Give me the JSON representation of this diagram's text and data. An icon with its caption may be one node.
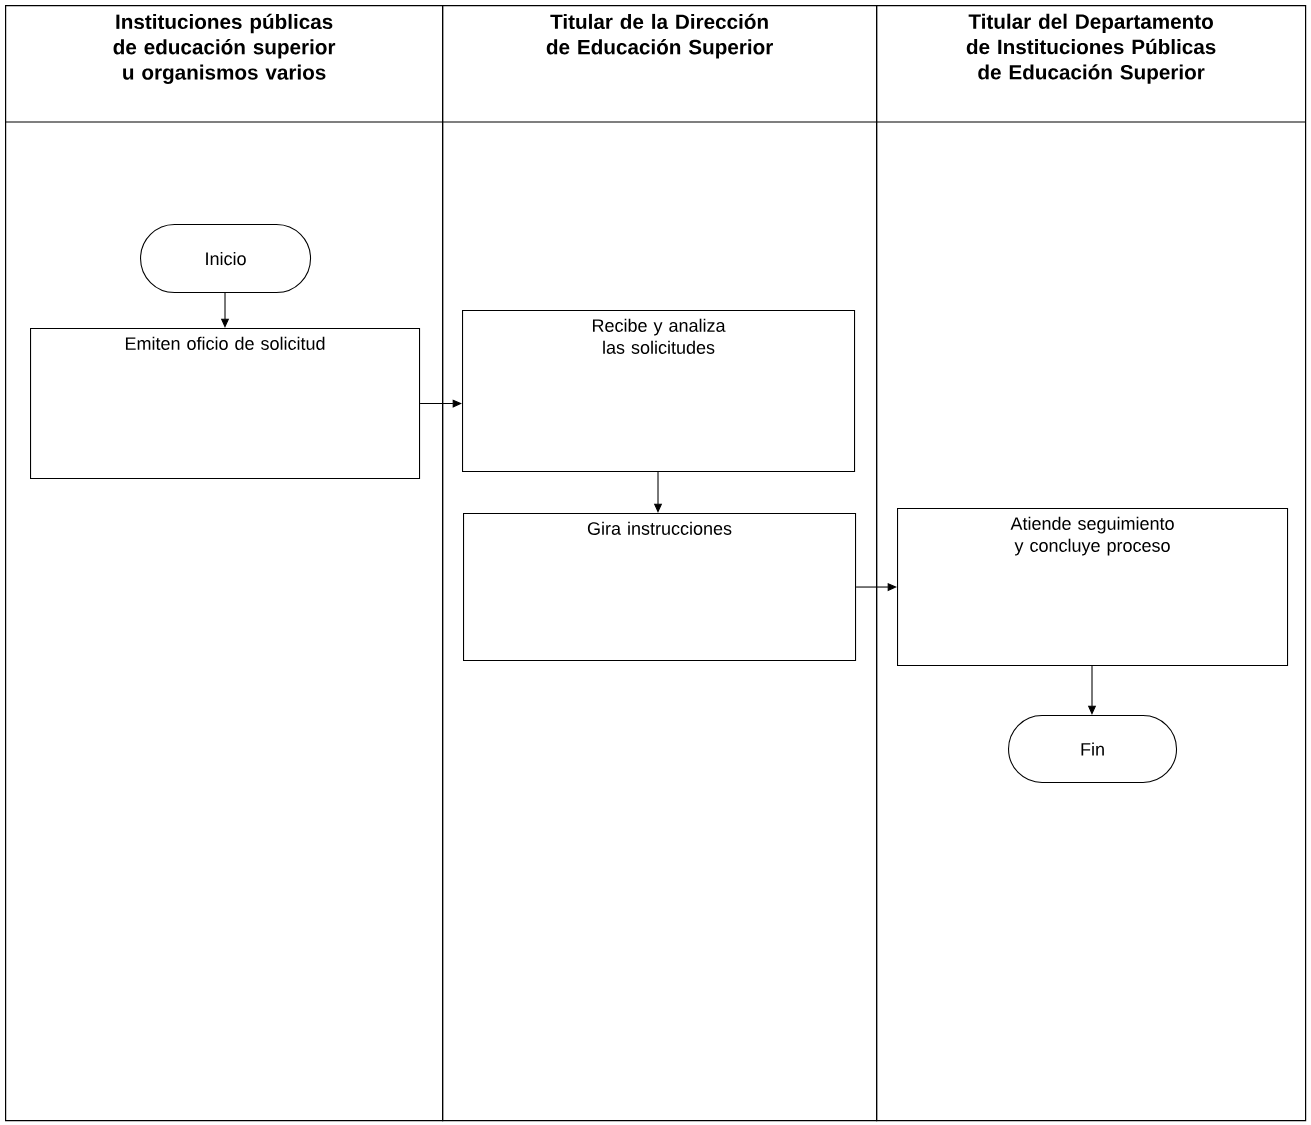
{
  "diagram": {
    "nodes": [
      {
        "text": [
          "Instituciones públicas de educación superior u organismos varios"
        ]
      },
      {
        "text": [
          "Titular de la Dirección de Educación Superior"
        ]
      },
      {
        "text": [
          "Titular del Departamento de Instituciones Públicas de Educación Superior"
        ]
      },
      {
        "text": [
          "Inicio"
        ],
        "in": 0
      },
      {
        "text": [
          "Emiten oficio de solicitud"
        ],
        "in": 0
      },
      {
        "text": [
          "Recibe y analiza las solicitudes"
        ],
        "in": 1
      },
      {
        "text": [
          "Gira instrucciones"
        ],
        "in": 1
      },
      {
        "text": [
          "Atiende seguimiento y concluye proceso"
        ],
        "in": 2
      },
      {
        "text": [
          "Fin"
        ],
        "in": 2
      }
    ],
    "edges": [
      {
        "from": 3,
        "to": 4,
        "arrow": "to"
      },
      {
        "from": 4,
        "to": 5,
        "arrow": "to"
      },
      {
        "from": 5,
        "to": 6,
        "arrow": "to"
      },
      {
        "from": 6,
        "to": 7,
        "arrow": "to"
      },
      {
        "from": 7,
        "to": 8,
        "arrow": "to"
      }
    ]
  }
}
